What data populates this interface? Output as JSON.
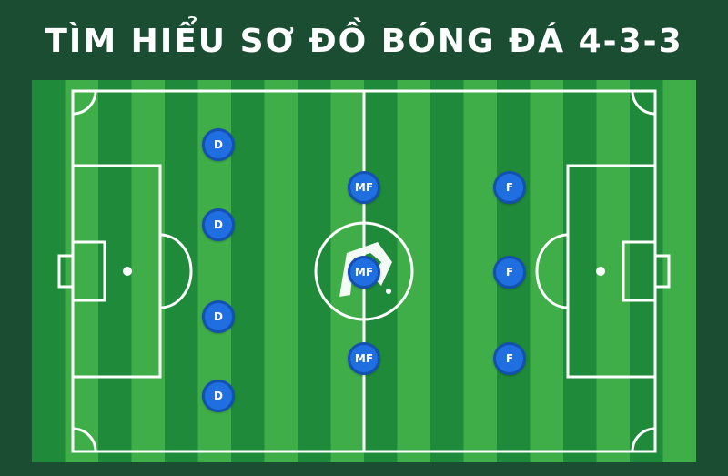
{
  "title": "TÌM HIỂU SƠ ĐỒ BÓNG ĐÁ 4-3-3",
  "colors": {
    "background": "#1b4d33",
    "pitch_dark": "#1e8a3a",
    "pitch_light": "#3fae49",
    "lines": "#ffffff",
    "player_fill": "#1f6fe0",
    "player_border": "#1450b0"
  },
  "players": [
    {
      "role": "defender",
      "label": "D"
    },
    {
      "role": "defender",
      "label": "D"
    },
    {
      "role": "defender",
      "label": "D"
    },
    {
      "role": "defender",
      "label": "D"
    },
    {
      "role": "midfielder",
      "label": "MF"
    },
    {
      "role": "midfielder",
      "label": "MF"
    },
    {
      "role": "midfielder",
      "label": "MF"
    },
    {
      "role": "forward",
      "label": "F"
    },
    {
      "role": "forward",
      "label": "F"
    },
    {
      "role": "forward",
      "label": "F"
    }
  ],
  "center_logo": {
    "icon": "brand-logo-icon"
  }
}
